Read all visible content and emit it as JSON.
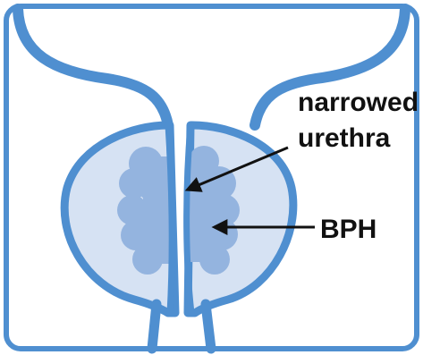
{
  "labels": {
    "narrowed_urethra_line1": "narrowed",
    "narrowed_urethra_line2": "urethra",
    "bph": "BPH"
  },
  "colors": {
    "outline": "#4f8fd0",
    "gland_fill": "#d6e2f3",
    "hyperplasia": "#94b4df",
    "background": "#ffffff",
    "text": "#111111"
  },
  "icons": {
    "narrowed_urethra_pointer": "arrow-icon",
    "bph_pointer": "arrow-icon"
  }
}
